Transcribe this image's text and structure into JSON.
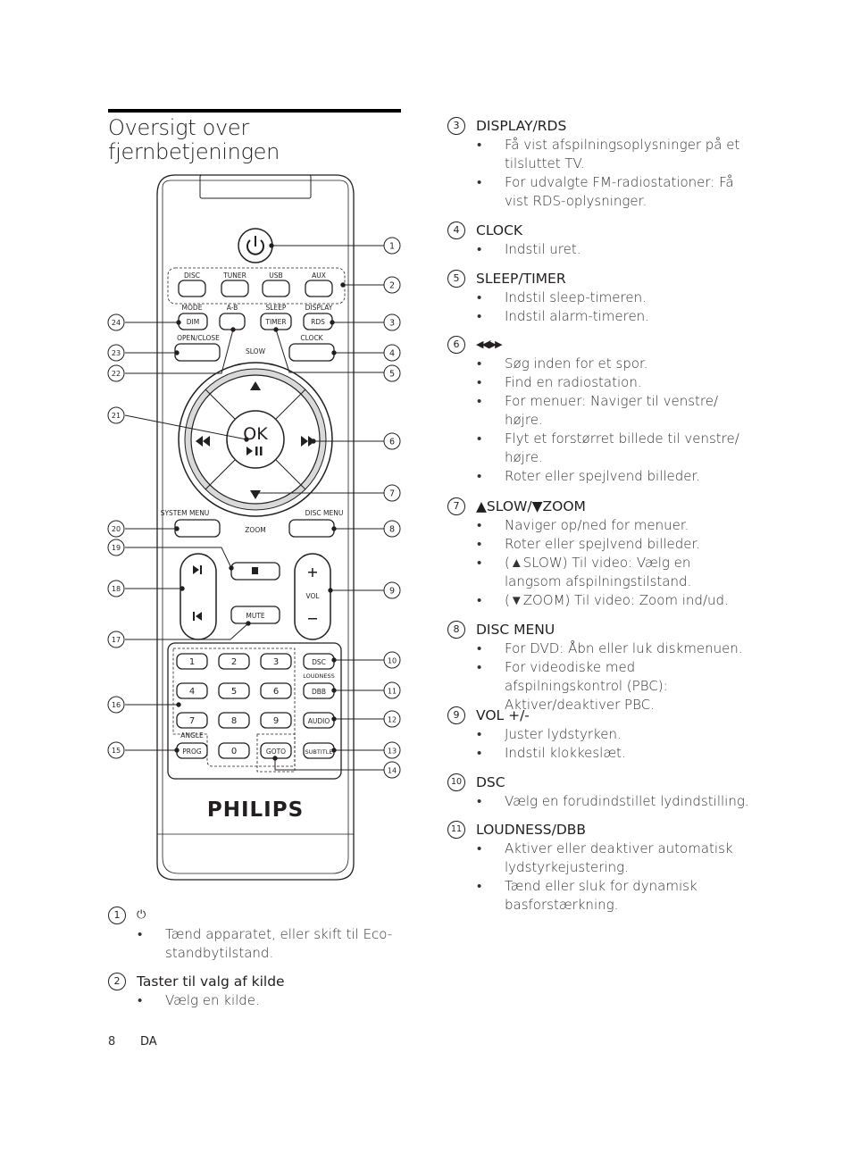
{
  "page_title": "Oversigt over fjernbetjeningen",
  "footer": {
    "page_number": "8",
    "language": "DA"
  },
  "sections": [
    {
      "num": "1",
      "title": "⏻",
      "bullets": [
        "Tænd apparatet, eller skift til Eco-standbytilstand."
      ]
    },
    {
      "num": "2",
      "title": "Taster til valg af kilde",
      "bullets": [
        "Vælg en kilde."
      ]
    },
    {
      "num": "3",
      "title": "DISPLAY/RDS",
      "bullets": [
        "Få vist afspilningsoplysninger på et tilsluttet TV.",
        "For udvalgte FM-radiostationer: Få vist RDS-oplysninger."
      ]
    },
    {
      "num": "4",
      "title": "CLOCK",
      "bullets": [
        "Indstil uret."
      ]
    },
    {
      "num": "5",
      "title": "SLEEP/TIMER",
      "bullets": [
        "Indstil sleep-timeren.",
        "Indstil alarm-timeren."
      ]
    },
    {
      "num": "6",
      "title": "◀◀/▶▶",
      "bullets": [
        "Søg inden for et spor.",
        "Find en radiostation.",
        "For menuer: Naviger til venstre/ højre.",
        "Flyt et forstørret billede til venstre/ højre.",
        "Roter eller spejlvend billeder."
      ]
    },
    {
      "num": "7",
      "title": "▲SLOW/▼ZOOM",
      "bullets": [
        "Naviger op/ned for menuer.",
        "Roter eller spejlvend billeder.",
        "(▲SLOW) Til video: Vælg en langsom afspilningstilstand.",
        "(▼ZOOM) Til video: Zoom ind/ud."
      ]
    },
    {
      "num": "8",
      "title": "DISC MENU",
      "bullets": [
        "For DVD: Åbn eller luk diskmenuen.",
        "For videodiske med afspilningskontrol (PBC): Aktiver/deaktiver PBC."
      ]
    },
    {
      "num": "9",
      "title": "VOL +/-",
      "bullets": [
        "Juster lydstyrken.",
        "Indstil klokkeslæt."
      ]
    },
    {
      "num": "10",
      "title": "DSC",
      "bullets": [
        "Vælg en forudindstillet lydindstilling."
      ]
    },
    {
      "num": "11",
      "title": "LOUDNESS/DBB",
      "bullets": [
        "Aktiver eller deaktiver automatisk lydstyrkejustering.",
        "Tænd eller sluk for dynamisk basforstærkning."
      ]
    }
  ],
  "remote": {
    "brand": "PHILIPS",
    "source_buttons": [
      "DISC",
      "TUNER",
      "USB",
      "AUX"
    ],
    "labels": {
      "mode": "MODE",
      "ab": "A-B",
      "sleep": "SLEEP",
      "display": "DISPLAY",
      "dim": "DIM",
      "timer": "TIMER",
      "rds": "RDS",
      "open_close": "OPEN/CLOSE",
      "clock": "CLOCK",
      "slow": "SLOW",
      "ok": "OK",
      "system_menu": "SYSTEM MENU",
      "zoom": "ZOOM",
      "disc_menu": "DISC MENU",
      "vol": "VOL",
      "mute": "MUTE",
      "dsc": "DSC",
      "loudness": "LOUDNESS",
      "dbb": "DBB",
      "audio": "AUDIO",
      "angle": "ANGLE",
      "prog": "PROG",
      "goto": "GOTO",
      "subtitle": "SUBTITLE"
    },
    "digits": [
      "1",
      "2",
      "3",
      "4",
      "5",
      "6",
      "7",
      "8",
      "9",
      "0"
    ],
    "callouts_right": [
      "1",
      "2",
      "3",
      "4",
      "5",
      "6",
      "7",
      "8",
      "9",
      "10",
      "11",
      "12",
      "13",
      "14"
    ],
    "callouts_left": [
      "24",
      "23",
      "22",
      "21",
      "20",
      "19",
      "18",
      "17",
      "16",
      "15"
    ]
  }
}
